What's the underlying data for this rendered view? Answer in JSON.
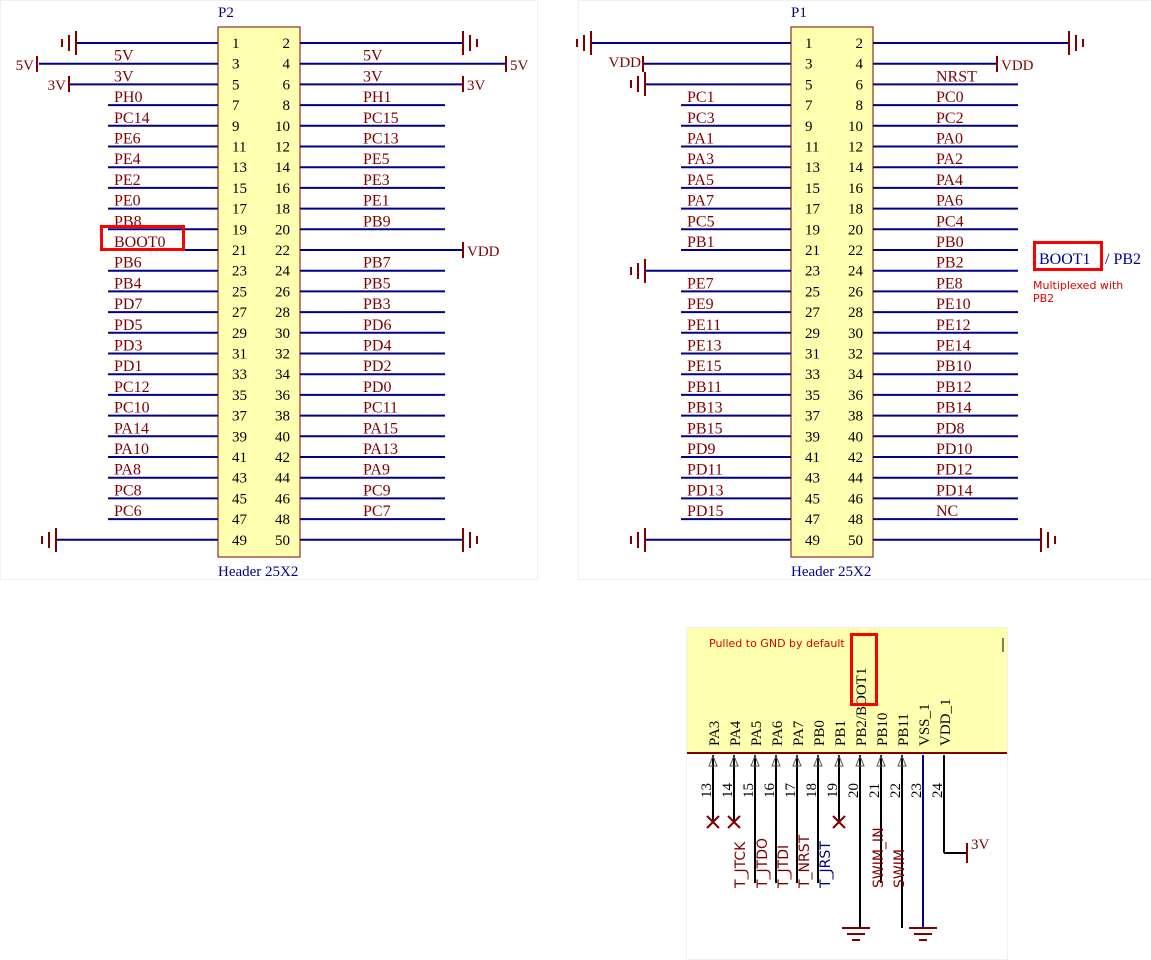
{
  "colors": {
    "wire": "#00008b",
    "pin": "#800000",
    "netlabel": "#800000",
    "designator": "#00008b",
    "body_fill": "#ffffb0",
    "body_stroke": "#800000",
    "ground": "#800000",
    "highlight": "#ff0000"
  },
  "p2": {
    "designator": "P2",
    "part": "Header 25X2",
    "pins_odd": [
      "1",
      "3",
      "5",
      "7",
      "9",
      "11",
      "13",
      "15",
      "17",
      "19",
      "21",
      "23",
      "25",
      "27",
      "29",
      "31",
      "33",
      "35",
      "37",
      "39",
      "41",
      "43",
      "45",
      "47",
      "49"
    ],
    "pins_even": [
      "2",
      "4",
      "6",
      "8",
      "10",
      "12",
      "14",
      "16",
      "18",
      "20",
      "22",
      "24",
      "26",
      "28",
      "30",
      "32",
      "34",
      "36",
      "38",
      "40",
      "42",
      "44",
      "46",
      "48",
      "50"
    ],
    "left_nets": [
      "",
      "5V",
      "3V",
      "PH0",
      "PC14",
      "PE6",
      "PE4",
      "PE2",
      "PE0",
      "PB8",
      "BOOT0",
      "PB6",
      "PB4",
      "PD7",
      "PD5",
      "PD3",
      "PD1",
      "PC12",
      "PC10",
      "PA14",
      "PA10",
      "PA8",
      "PC8",
      "PC6",
      ""
    ],
    "right_nets": [
      "",
      "5V",
      "3V",
      "PH1",
      "PC15",
      "PC13",
      "PE5",
      "PE3",
      "PE1",
      "PB9",
      "",
      "PB7",
      "PB5",
      "PB3",
      "PD6",
      "PD4",
      "PD2",
      "PD0",
      "PC11",
      "PA15",
      "PA13",
      "PA9",
      "PC9",
      "PC7",
      ""
    ],
    "power_left_5v": "5V",
    "power_left_3v": "3V",
    "power_right_5v": "5V",
    "power_right_3v": "3V",
    "power_right_vdd": "VDD"
  },
  "p1": {
    "designator": "P1",
    "part": "Header 25X2",
    "pins_odd": [
      "1",
      "3",
      "5",
      "7",
      "9",
      "11",
      "13",
      "15",
      "17",
      "19",
      "21",
      "23",
      "25",
      "27",
      "29",
      "31",
      "33",
      "35",
      "37",
      "39",
      "41",
      "43",
      "45",
      "47",
      "49"
    ],
    "pins_even": [
      "2",
      "4",
      "6",
      "8",
      "10",
      "12",
      "14",
      "16",
      "18",
      "20",
      "22",
      "24",
      "26",
      "28",
      "30",
      "32",
      "34",
      "36",
      "38",
      "40",
      "42",
      "44",
      "46",
      "48",
      "50"
    ],
    "left_nets": [
      "",
      "",
      "",
      "PC1",
      "PC3",
      "PA1",
      "PA3",
      "PA5",
      "PA7",
      "PC5",
      "PB1",
      "",
      "PE7",
      "PE9",
      "PE11",
      "PE13",
      "PE15",
      "PB11",
      "PB13",
      "PB15",
      "PD9",
      "PD11",
      "PD13",
      "PD15",
      ""
    ],
    "right_nets": [
      "",
      "",
      "NRST",
      "PC0",
      "PC2",
      "PA0",
      "PA2",
      "PA4",
      "PA6",
      "PC4",
      "PB0",
      "PB2",
      "PE8",
      "PE10",
      "PE12",
      "PE14",
      "PB10",
      "PB12",
      "PB14",
      "PD8",
      "PD10",
      "PD12",
      "PD14",
      "NC",
      ""
    ],
    "power_left_vdd": "VDD",
    "power_right_vdd": "VDD",
    "boot1_label": "BOOT1",
    "boot1_suffix": " / PB2",
    "note": "Multiplexed with PB2"
  },
  "ic": {
    "note": "Pulled to GND by default",
    "pin_names": [
      "PA3",
      "PA4",
      "PA5",
      "PA6",
      "PA7",
      "PB0",
      "PB1",
      "PB2/BOOT1",
      "PB10",
      "PB11",
      "VSS_1",
      "VDD_1"
    ],
    "pin_numbers": [
      "13",
      "14",
      "15",
      "16",
      "17",
      "18",
      "19",
      "20",
      "21",
      "22",
      "23",
      "24"
    ],
    "net_labels": [
      "",
      "T_JTCK",
      "T_JTDO",
      "T_JTDI",
      "T_NRST",
      "T_JRST",
      "",
      "SWIM_IN",
      "SWIM"
    ],
    "power_3v": "3V"
  }
}
